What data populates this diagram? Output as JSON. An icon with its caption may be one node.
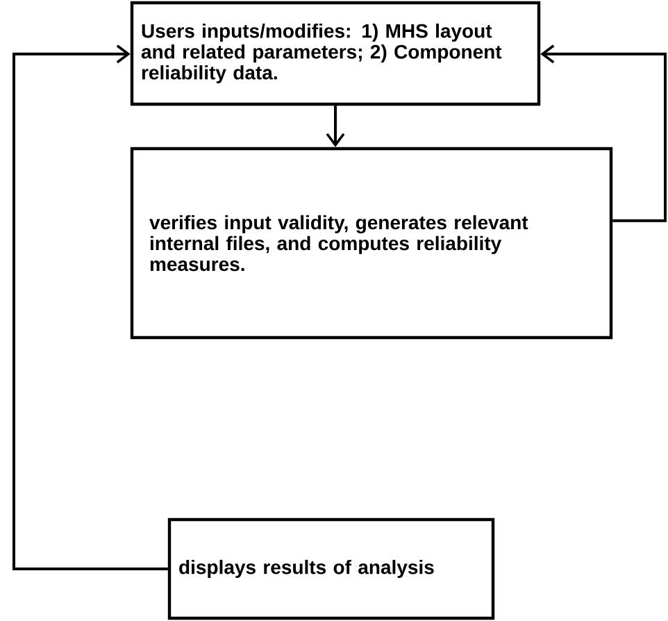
{
  "diagram": {
    "nodes": [
      {
        "text": [
          "Users inputs/modifies: 1) MHS layout and related parameters; 2) Component reliability data."
        ]
      },
      {
        "text": [
          "verifies input validity, generates relevant internal files, and computes reliability measures."
        ]
      },
      {
        "text": [
          "displays results of analysis"
        ]
      }
    ],
    "edges": [
      {
        "from": 0,
        "to": 1,
        "arrow": "to"
      },
      {
        "from": 1,
        "to": 0,
        "arrow": "to"
      },
      {
        "from": 2,
        "to": 0,
        "arrow": "to"
      }
    ]
  }
}
